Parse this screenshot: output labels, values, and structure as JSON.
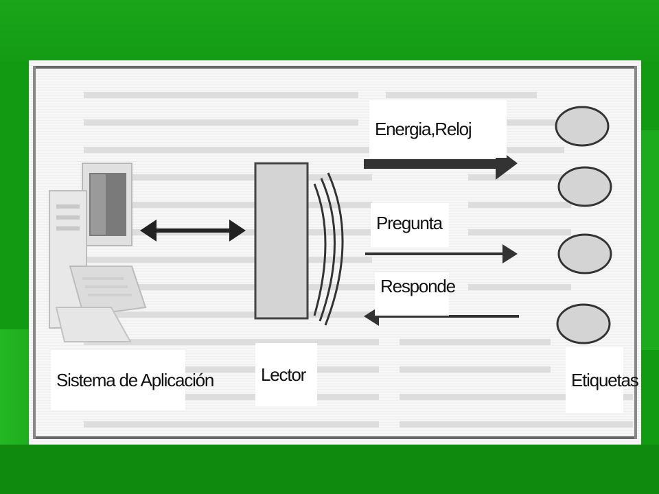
{
  "diagram": {
    "nodes": {
      "application_system": "Sistema de Aplicación",
      "reader": "Lector",
      "tags": "Etiquetas"
    },
    "edges": {
      "energy_clock": "Energia,Reloj",
      "query": "Pregunta",
      "response": "Responde"
    }
  },
  "colors": {
    "slide_background": "#129a12",
    "figure_background": "#f7f7f7",
    "ink": "#222222",
    "tag_fill": "#d4d4d4"
  }
}
